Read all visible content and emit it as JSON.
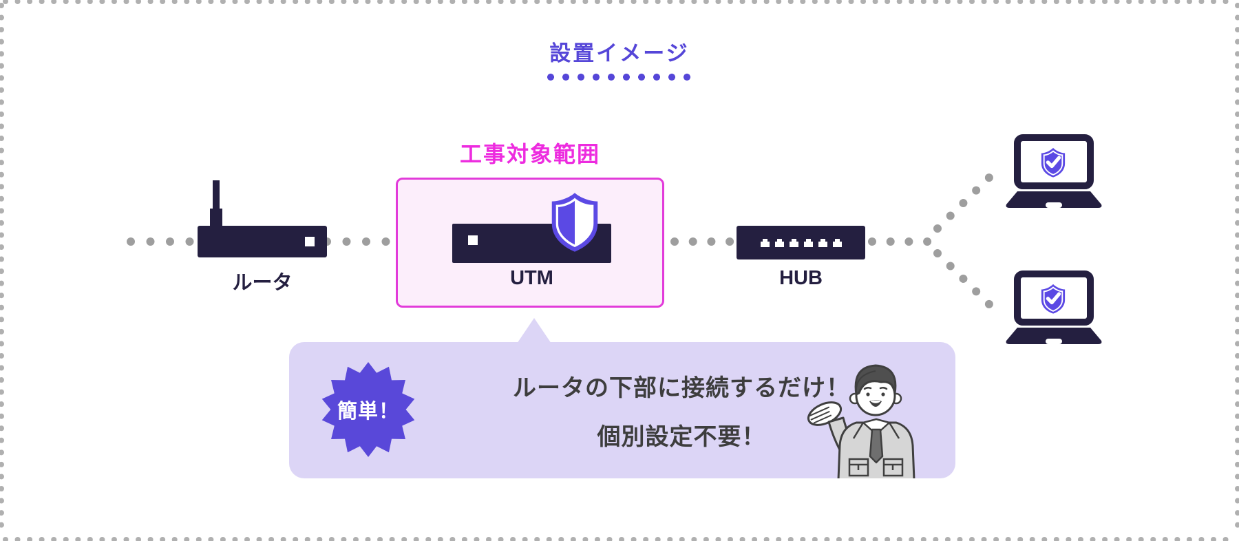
{
  "page": {
    "title": "設置イメージ"
  },
  "diagram": {
    "zone_label": "工事対象範囲",
    "nodes": {
      "router": {
        "label": "ルータ"
      },
      "utm": {
        "label": "UTM"
      },
      "hub": {
        "label": "HUB"
      }
    },
    "laptop_count": 2,
    "hub_port_count": 6
  },
  "callout": {
    "badge_label": "簡単！",
    "lines": [
      "ルータの下部に接続するだけ！",
      "個別設定不要！"
    ]
  },
  "icons": {
    "utm_shield": "shield-half-icon",
    "laptop_shield": "shield-check-icon",
    "hub_port": "rj45-port-icon",
    "badge": "starburst-badge",
    "worker": "worker-illustration"
  },
  "colors": {
    "accent_purple": "#5546d8",
    "shield_purple": "#5b49e4",
    "magenta_text": "#ed2bdf",
    "magenta_border": "#e23bda",
    "magenta_bg": "#fceefb",
    "device_navy": "#241f40",
    "bubble_bg": "#dcd5f6",
    "badge_purple": "#5948d9",
    "line_dot_gray": "#9e9e9e",
    "border_dot_gray": "#b0b0b0",
    "text_dark": "#3d3d3d"
  }
}
